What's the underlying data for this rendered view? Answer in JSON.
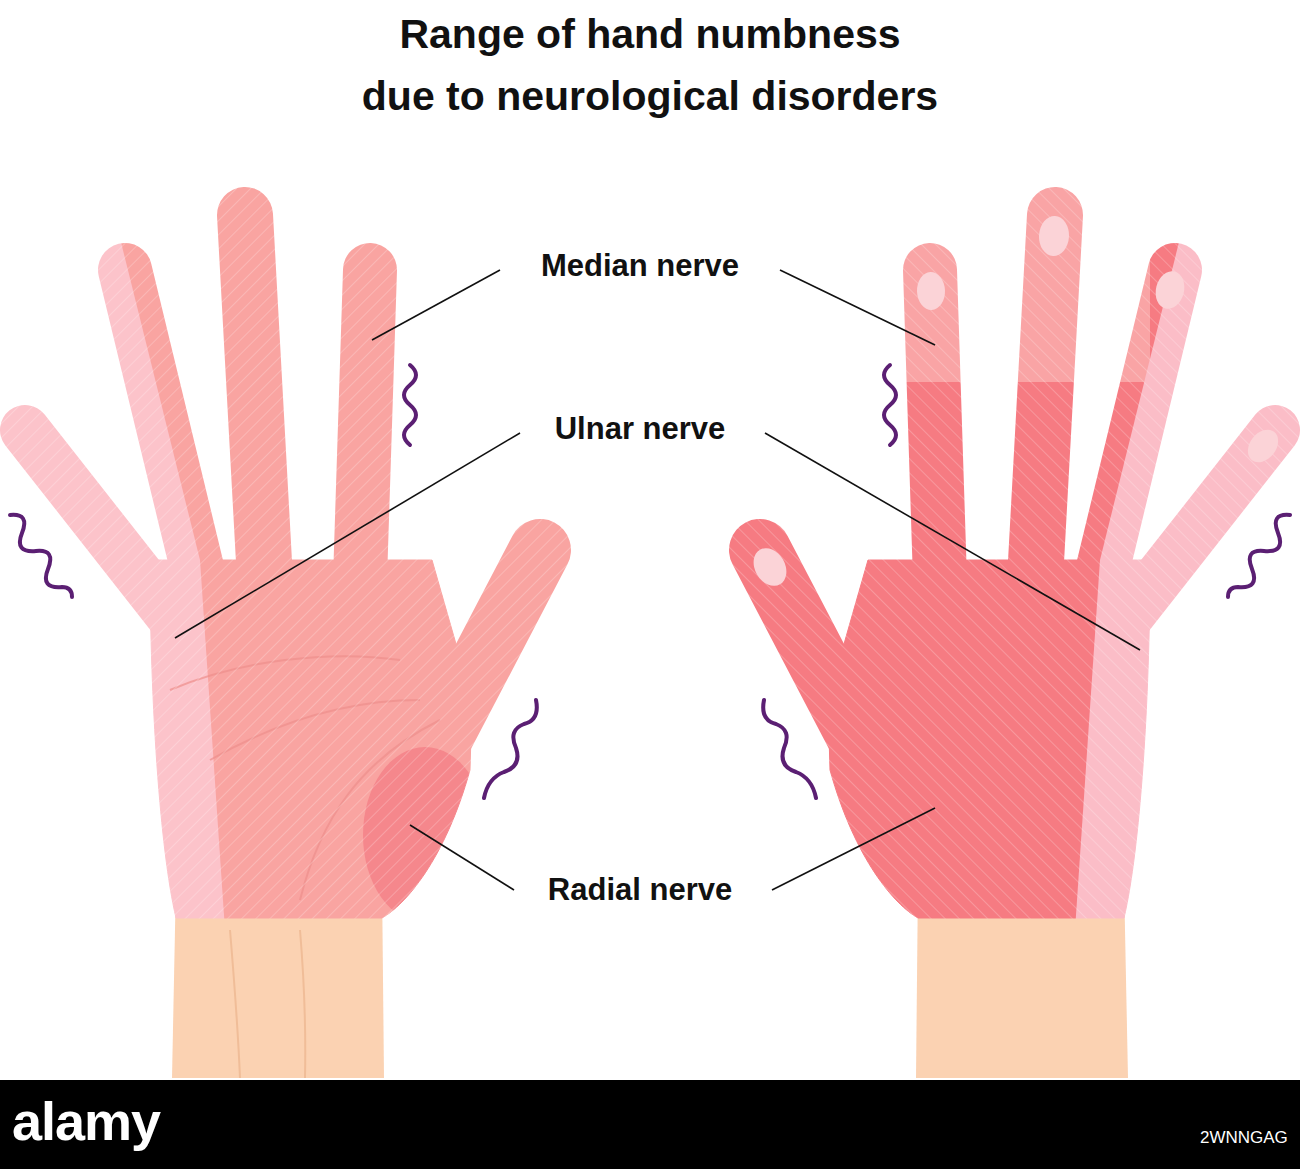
{
  "diagram": {
    "title": "Range of hand numbness due to neurological disorders",
    "labels": [
      "Median nerve",
      "Ulnar nerve",
      "Radial nerve",
      "alamy",
      "2WNNGAG"
    ]
  }
}
